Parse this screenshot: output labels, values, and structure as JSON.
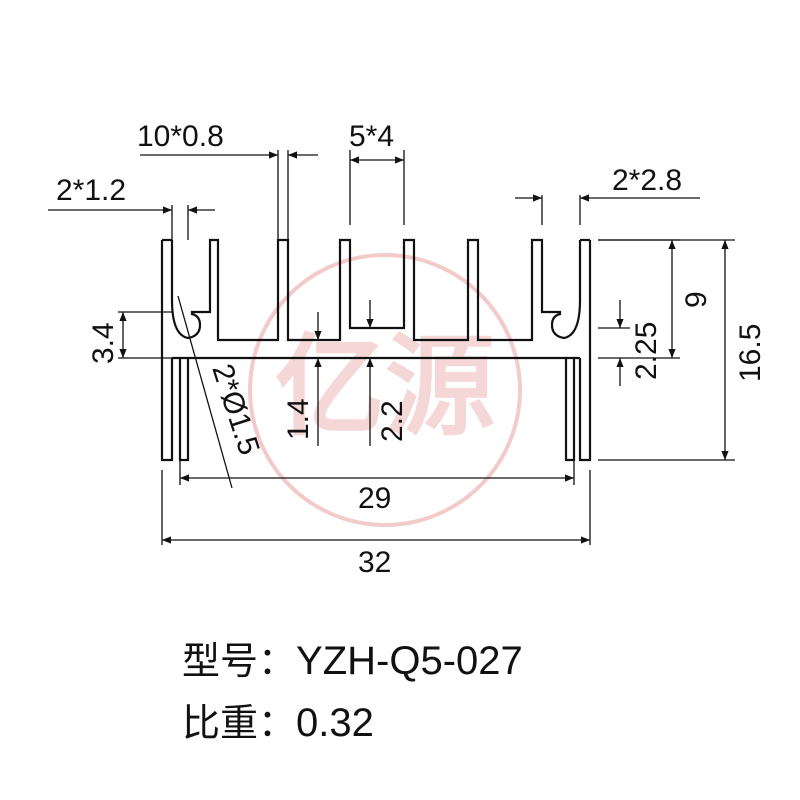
{
  "watermark": {
    "text": "亿源",
    "color": "#e8a0a0"
  },
  "dimensions": {
    "fin_count_thickness": "10*0.8",
    "fin_spacing": "5*4",
    "left_slot": "2*1.2",
    "right_slot": "2*2.8",
    "left_height": "3.4",
    "fin_height": "9",
    "groove": "2.25",
    "overall_height": "16.5",
    "base_thickness": "1.4",
    "base_offset": "2.2",
    "hole": "2*Ø1.5",
    "inner_width": "29",
    "overall_width": "32"
  },
  "specs": {
    "model_label": "型号：",
    "model_value": "YZH-Q5-027",
    "weight_label": "比重：",
    "weight_value": "0.32"
  }
}
